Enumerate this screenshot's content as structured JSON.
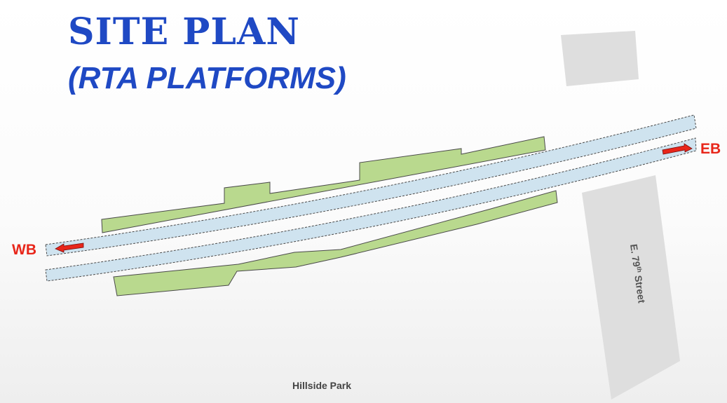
{
  "slide": {
    "title": "SITE PLAN",
    "subtitle": "(RTA PLATFORMS)"
  },
  "labels": {
    "westbound": "WB",
    "eastbound": "EB",
    "street_prefix": "E. 79",
    "street_sup": "th",
    "street_suffix": " Street",
    "park": "Hillside Park"
  },
  "colors": {
    "title": "#1f49c4",
    "platform_fill": "#b9d98e",
    "track_fill": "#cfe3ef",
    "arrow": "#e8261a",
    "building": "#dedede"
  }
}
